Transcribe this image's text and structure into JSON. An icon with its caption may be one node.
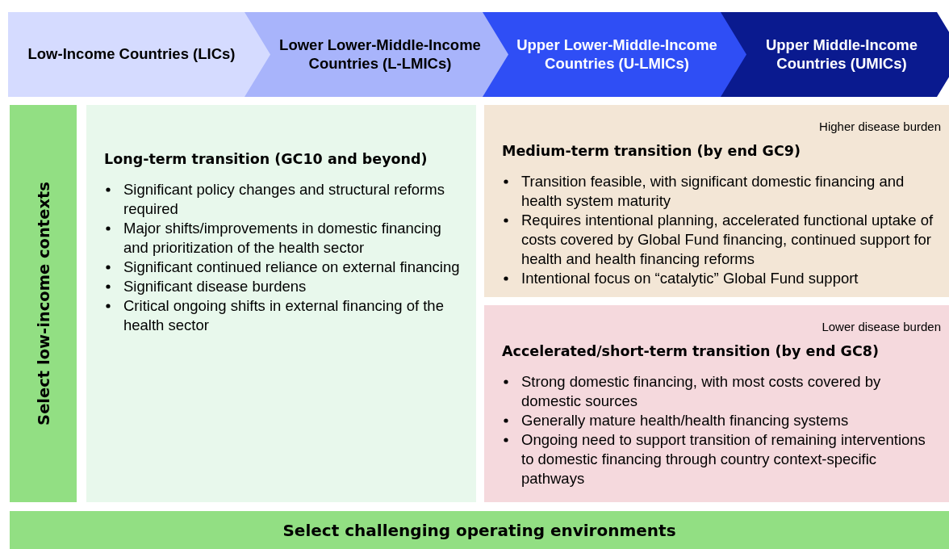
{
  "diagram": {
    "nodes": [
      {
        "text": [
          "Low-Income Countries (LICs)"
        ]
      },
      {
        "text": [
          "Lower Lower-Middle-Income Countries (L-LMICs)"
        ]
      },
      {
        "text": [
          "Upper Lower-Middle-Income Countries (U-LMICs)"
        ]
      },
      {
        "text": [
          "Upper Middle-Income Countries (UMICs)"
        ]
      },
      {
        "text": [
          "Select low-income contexts"
        ]
      },
      {
        "text": [
          "Long-term transition (GC10 and beyond)",
          "Significant policy changes and structural reforms required",
          "Major shifts/improvements in domestic financing and prioritization of the health sector",
          "Significant continued reliance on external financing",
          "Significant disease burdens",
          "Critical ongoing shifts in external financing of the health sector"
        ]
      },
      {
        "text": [
          "Higher disease burden",
          "Medium-term transition (by end GC9)",
          "Transition feasible, with significant domestic financing and health system maturity",
          "Requires intentional planning, accelerated functional uptake of costs covered by Global Fund financing, continued support for health and health financing reforms",
          "Intentional focus on “catalytic” Global Fund support"
        ]
      },
      {
        "text": [
          "Lower disease burden",
          "**Accelerated/short-term transition (by end GC8**)",
          "Strong domestic financing, with most costs covered by domestic sources",
          "Generally mature health/health financing systems",
          "Ongoing need to support transition of remaining interventions to domestic financing through country context-specific pathways"
        ]
      },
      {
        "text": [
          "Select challenging operating environments"
        ]
      }
    ]
  }
}
